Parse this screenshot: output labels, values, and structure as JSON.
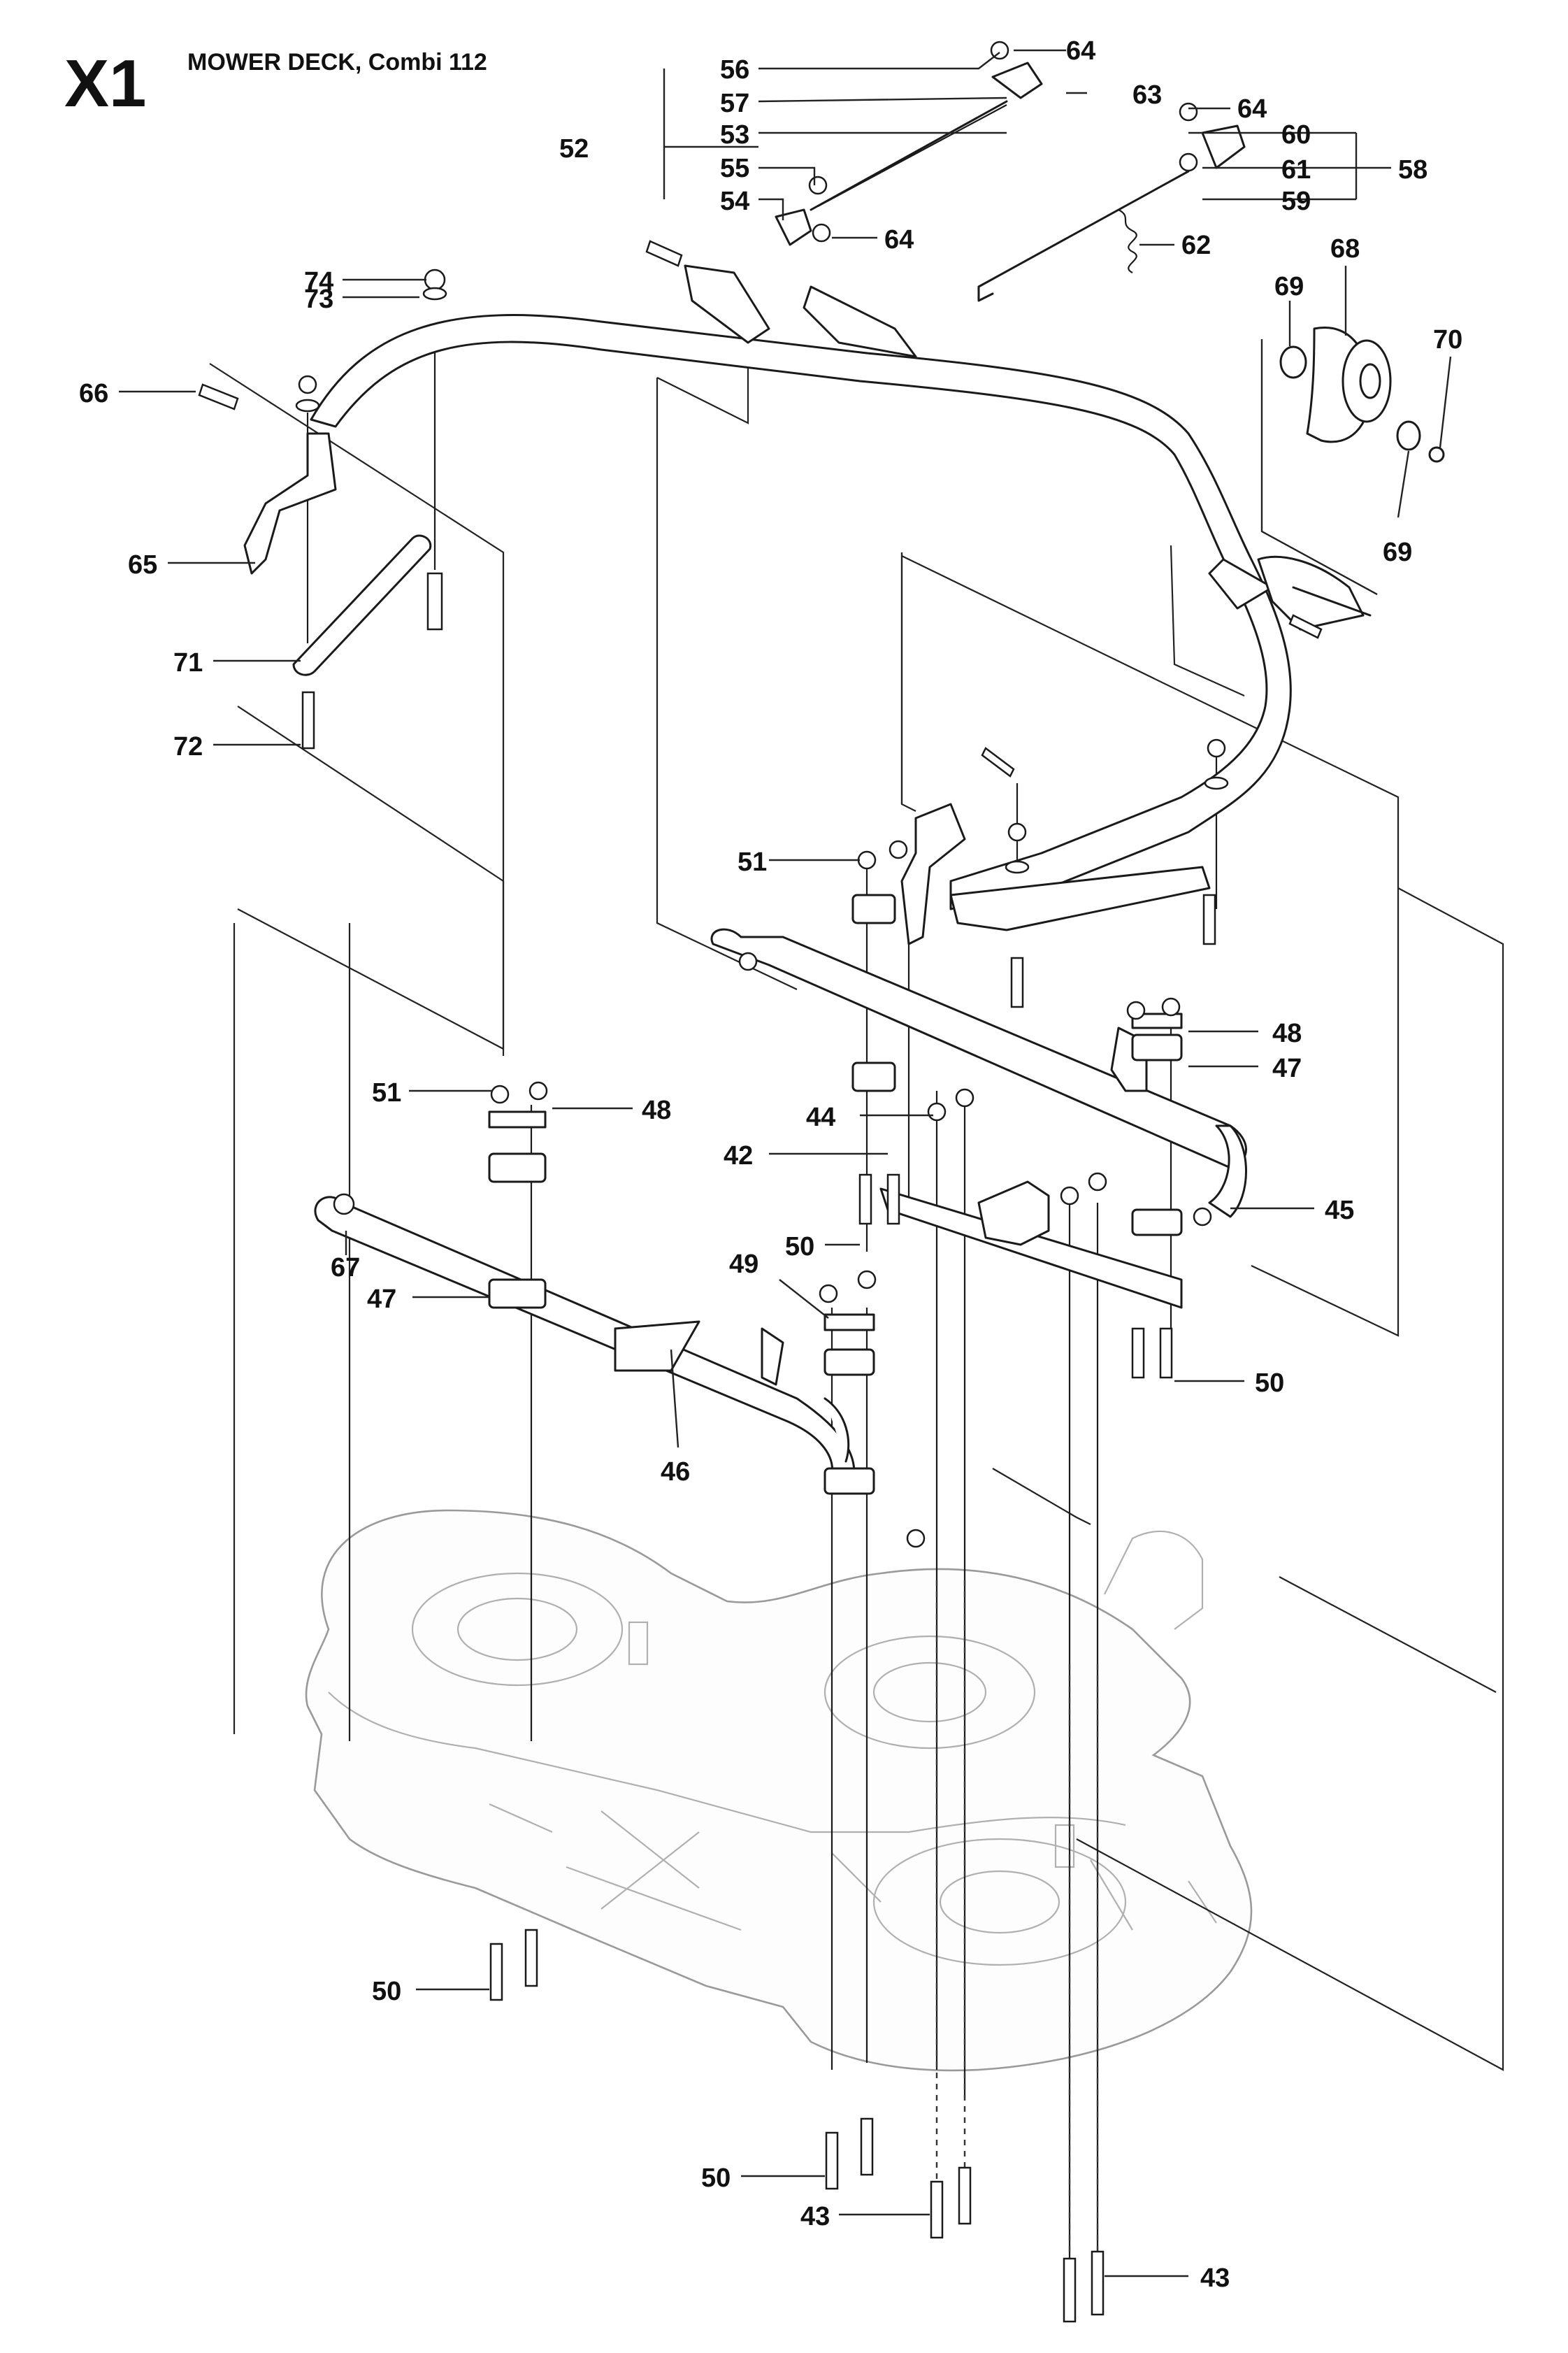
{
  "header": {
    "code": "X1",
    "title": "MOWER DECK, Combi 112"
  },
  "callouts": [
    "56",
    "57",
    "53",
    "55",
    "54",
    "52",
    "64",
    "63",
    "64",
    "64",
    "60",
    "61",
    "59",
    "58",
    "62",
    "74",
    "73",
    "66",
    "68",
    "69",
    "70",
    "69",
    "65",
    "71",
    "72",
    "51",
    "48",
    "47",
    "44",
    "42",
    "45",
    "50",
    "51",
    "48",
    "67",
    "47",
    "49",
    "46",
    "50",
    "50",
    "50",
    "43",
    "43"
  ],
  "colors": {
    "ink": "#1a1a1a",
    "deck": "#9a9a9a"
  }
}
